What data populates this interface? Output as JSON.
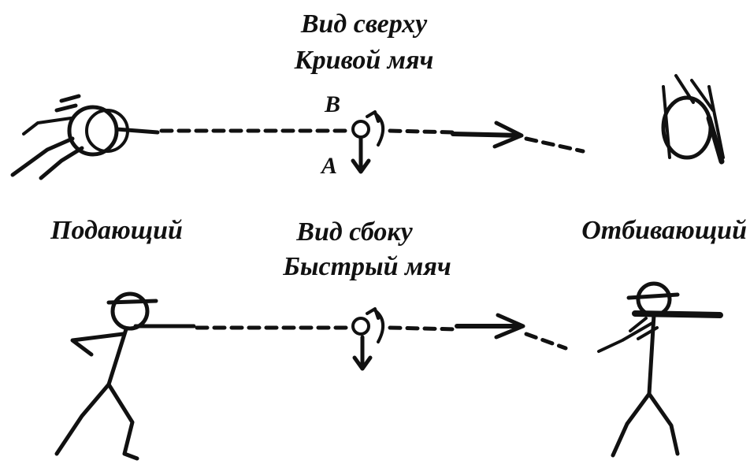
{
  "top_view": {
    "title": "Вид сверху",
    "subtitle": "Кривой мяч",
    "label_b": "B",
    "label_a": "A"
  },
  "side_view": {
    "title": "Вид сбоку",
    "subtitle": "Быстрый мяч"
  },
  "roles": {
    "pitcher": "Подающий",
    "batter": "Отбивающий"
  },
  "colors": {
    "ink": "#111111",
    "background": "#ffffff"
  }
}
